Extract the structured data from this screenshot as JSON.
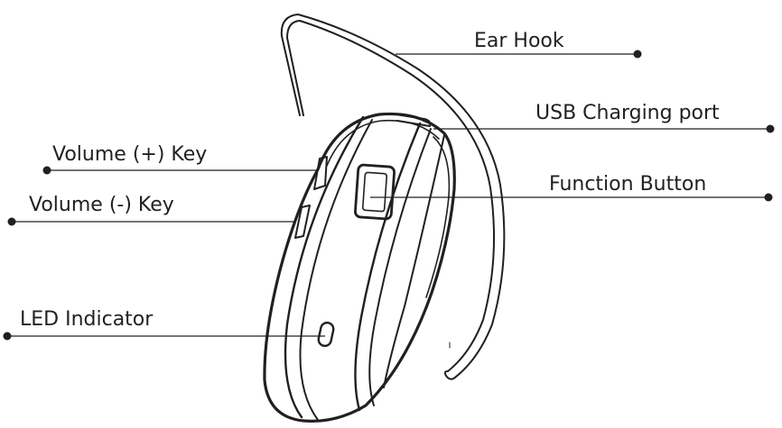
{
  "labels": {
    "ear_hook": "Ear Hook",
    "usb_port": "USB Charging port",
    "function_button": "Function Button",
    "volume_up": "Volume (+) Key",
    "volume_down": "Volume (-) Key",
    "led_indicator": "LED Indicator"
  },
  "colors": {
    "ink": "#231f20",
    "background": "#ffffff"
  }
}
